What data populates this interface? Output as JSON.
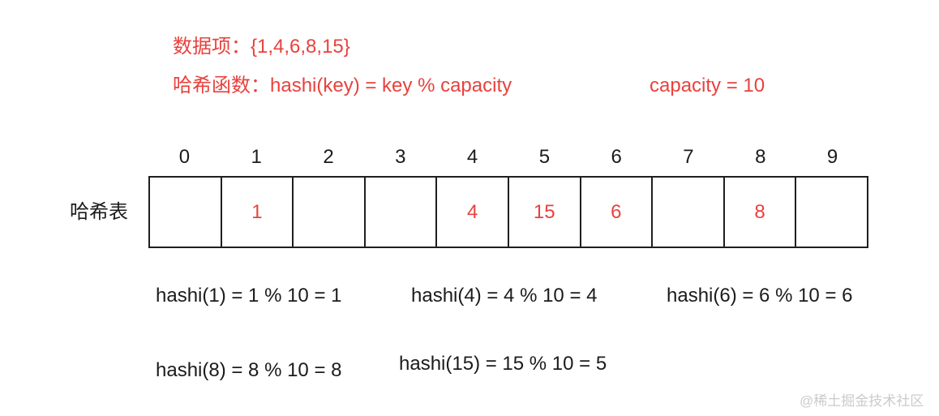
{
  "colors": {
    "background": "#ffffff",
    "accent_red": "#e8423d",
    "text_black": "#1b1b1b",
    "table_border": "#1f1f1f",
    "watermark_gray": "#cbcbcb"
  },
  "header": {
    "data_items": "数据项：{1,4,6,8,15}",
    "hash_function": "哈希函数：hashi(key) = key % capacity",
    "capacity": "capacity = 10"
  },
  "hash_table": {
    "label": "哈希表",
    "indices": [
      "0",
      "1",
      "2",
      "3",
      "4",
      "5",
      "6",
      "7",
      "8",
      "9"
    ],
    "cells": [
      "",
      "1",
      "",
      "",
      "4",
      "15",
      "6",
      "",
      "8",
      ""
    ]
  },
  "calculations": [
    "hashi(1) = 1 % 10 = 1",
    "hashi(4) = 4 % 10 = 4",
    "hashi(6) = 6 % 10 = 6",
    "hashi(8) = 8 % 10 = 8",
    "hashi(15) = 15 % 10 = 5"
  ],
  "watermark": "@稀土掘金技术社区"
}
